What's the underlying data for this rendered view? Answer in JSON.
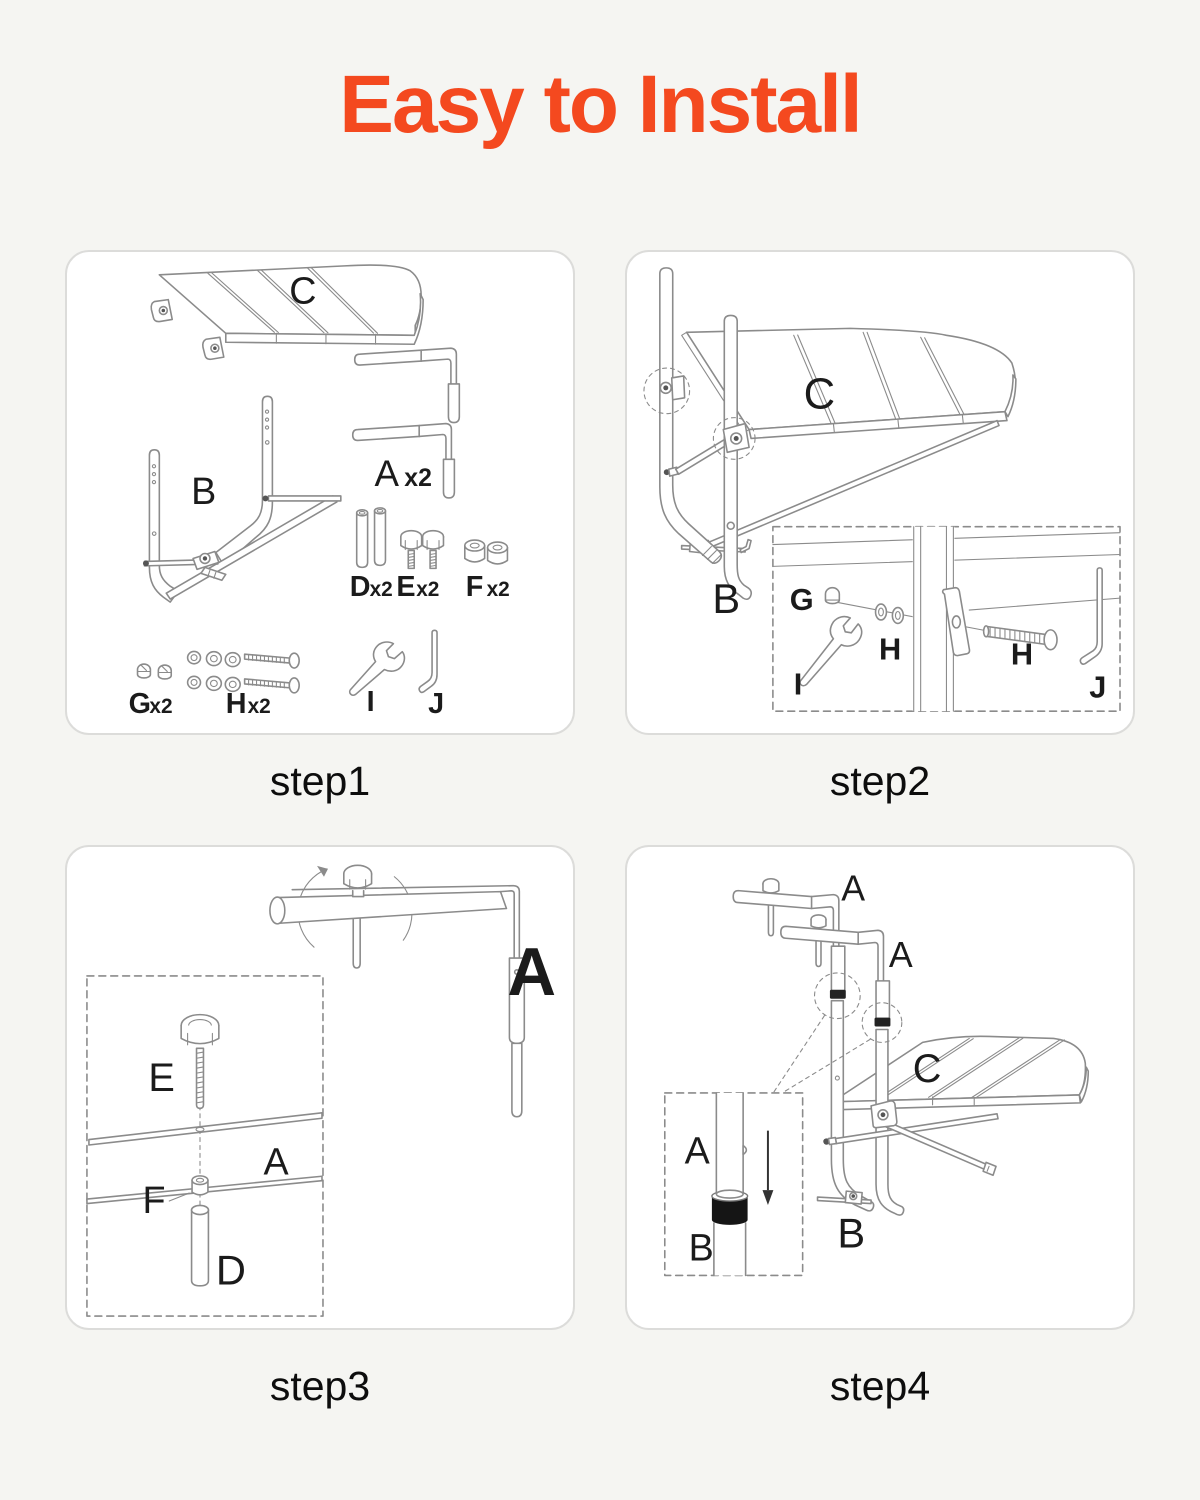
{
  "title": "Easy to Install",
  "colors": {
    "accent": "#f4491f",
    "line": "#8b8b8b",
    "label": "#1b1b1b",
    "panel_border": "#dcdcda",
    "background": "#f5f5f2"
  },
  "steps": [
    {
      "caption": "step1",
      "labels": {
        "C": "C",
        "B": "B",
        "A": "A",
        "Aqty": "x2",
        "D": "D",
        "Dqty": "x2",
        "E": "E",
        "Eqty": "x2",
        "F": "F",
        "Fqty": "x2",
        "G": "G",
        "Gqty": "x2",
        "H": "H",
        "Hqty": "x2",
        "I": "I",
        "J": "J"
      }
    },
    {
      "caption": "step2",
      "labels": {
        "C": "C",
        "B": "B",
        "G": "G",
        "H1": "H",
        "H2": "H",
        "I": "I",
        "J": "J"
      }
    },
    {
      "caption": "step3",
      "labels": {
        "Abig": "A",
        "E": "E",
        "A": "A",
        "F": "F",
        "D": "D"
      }
    },
    {
      "caption": "step4",
      "labels": {
        "A1": "A",
        "A2": "A",
        "C": "C",
        "B": "B",
        "Ainset": "A",
        "Binset": "B"
      }
    }
  ]
}
